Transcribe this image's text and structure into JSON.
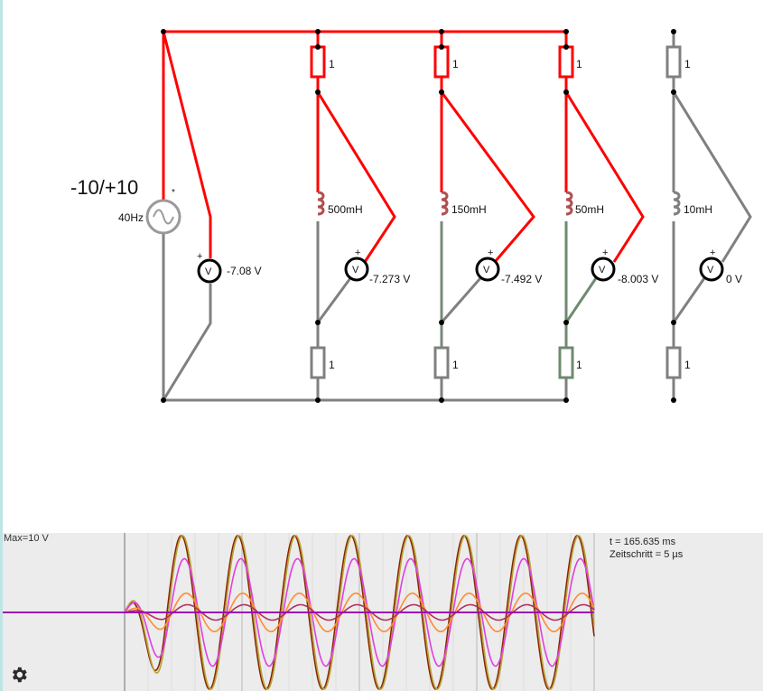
{
  "source": {
    "label": "-10/+10",
    "freq": "40Hz",
    "star": "*"
  },
  "resistor_value": "1",
  "plus_sign": "+",
  "voltmeter_symbol": "V",
  "branches": [
    {
      "id": "b0",
      "inductance": "",
      "reading": "-7.08 V"
    },
    {
      "id": "b1",
      "inductance": "500mH",
      "reading": "-7.273 V"
    },
    {
      "id": "b2",
      "inductance": "150mH",
      "reading": "-7.492 V"
    },
    {
      "id": "b3",
      "inductance": "50mH",
      "reading": "-8.003 V"
    },
    {
      "id": "b4",
      "inductance": "10mH",
      "reading": "0 V"
    }
  ],
  "scope": {
    "max_label": "Max=10 V",
    "time": "t = 165.635 ms",
    "timestep": "Zeitschritt = 5 µs"
  },
  "colors": {
    "live": "#ff0000",
    "ground": "#808080",
    "mid": "#6f8a6f",
    "scope_axis": "#9a0fb5",
    "traces": [
      "#8b2500",
      "#b7a43a",
      "#e040e0",
      "#ff8c30",
      "#b03060"
    ]
  },
  "chart_data": {
    "type": "line",
    "max": 10,
    "series": [
      {
        "amp": 10,
        "freq": 40,
        "phase": 0.0,
        "color": "#8b2500"
      },
      {
        "amp": 10,
        "freq": 40,
        "phase": 0.15,
        "color": "#b7a43a"
      },
      {
        "amp": 7,
        "freq": 40,
        "phase": 0.35,
        "color": "#e040e0"
      },
      {
        "amp": 2.5,
        "freq": 40,
        "phase": 0.55,
        "color": "#ff8c30"
      },
      {
        "amp": 1,
        "freq": 40,
        "phase": 0.7,
        "color": "#b03060"
      }
    ]
  }
}
